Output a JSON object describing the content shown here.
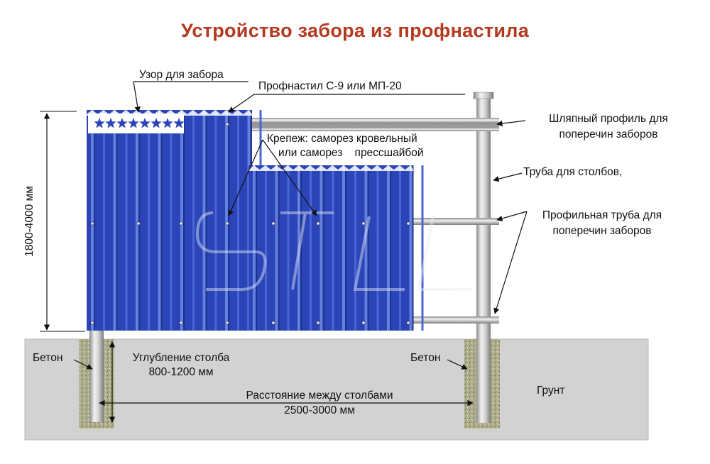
{
  "title": "Устройство забора из профнастила",
  "colors": {
    "title": "#b5391f",
    "sheet_blue": "#2b45b8",
    "sheet_light": "#6a86e6",
    "ground": "#d2d2d2",
    "concrete": "#a8a88a",
    "pipe": "#c9c9c9"
  },
  "labels": {
    "pattern": "Узор для забора",
    "sheet": "Профнастил С-9 или МП-20",
    "hat_profile_1": "Шляпный профиль для",
    "hat_profile_2": "поперечин заборов",
    "fastener_1": "Крепеж: саморез кровельный",
    "fastener_2": "или саморез    прессшайбой",
    "post_pipe": "Труба для столбов,",
    "profile_pipe_1": "Профильная труба для",
    "profile_pipe_2": "поперечин заборов",
    "height": "1800-4000 мм",
    "concrete_left": "Бетон",
    "concrete_right": "Бетон",
    "depth_1": "Углубление столба",
    "depth_2": "800-1200 мм",
    "spacing_1": "Расстояние между столбами",
    "spacing_2": "2500-3000 мм",
    "soil": "Грунт"
  },
  "icons": {
    "pattern": "star-pattern-icon",
    "watermark": "stl-logo-icon"
  }
}
